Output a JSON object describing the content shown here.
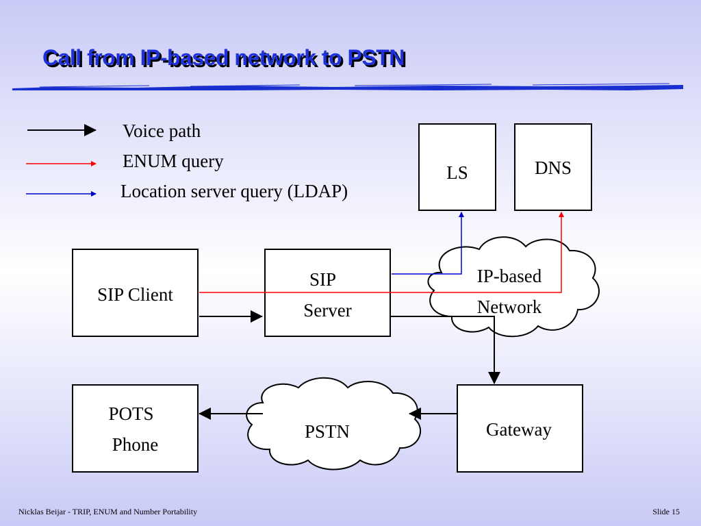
{
  "slide": {
    "title": "Call from IP-based network to PSTN",
    "footer_left": "Nicklas Beijar - TRIP, ENUM and Number Portability",
    "footer_right": "Slide 15"
  },
  "legend": [
    {
      "label": "Voice path",
      "color": "#000000"
    },
    {
      "label": "ENUM query",
      "color": "#ff0000"
    },
    {
      "label": "Location server query (LDAP)",
      "color": "#0000cc"
    }
  ],
  "nodes": {
    "ls": "LS",
    "dns": "DNS",
    "sip_client": "SIP Client",
    "sip_server_line1": "SIP",
    "sip_server_line2": "Server",
    "ip_network_line1": "IP-based",
    "ip_network_line2": "Network",
    "gateway": "Gateway",
    "pstn": "PSTN",
    "pots_line1": "POTS",
    "pots_line2": "Phone"
  },
  "colors": {
    "title": "#1f31d8",
    "voice": "#000000",
    "enum": "#ff0000",
    "ldap": "#0000cc"
  }
}
